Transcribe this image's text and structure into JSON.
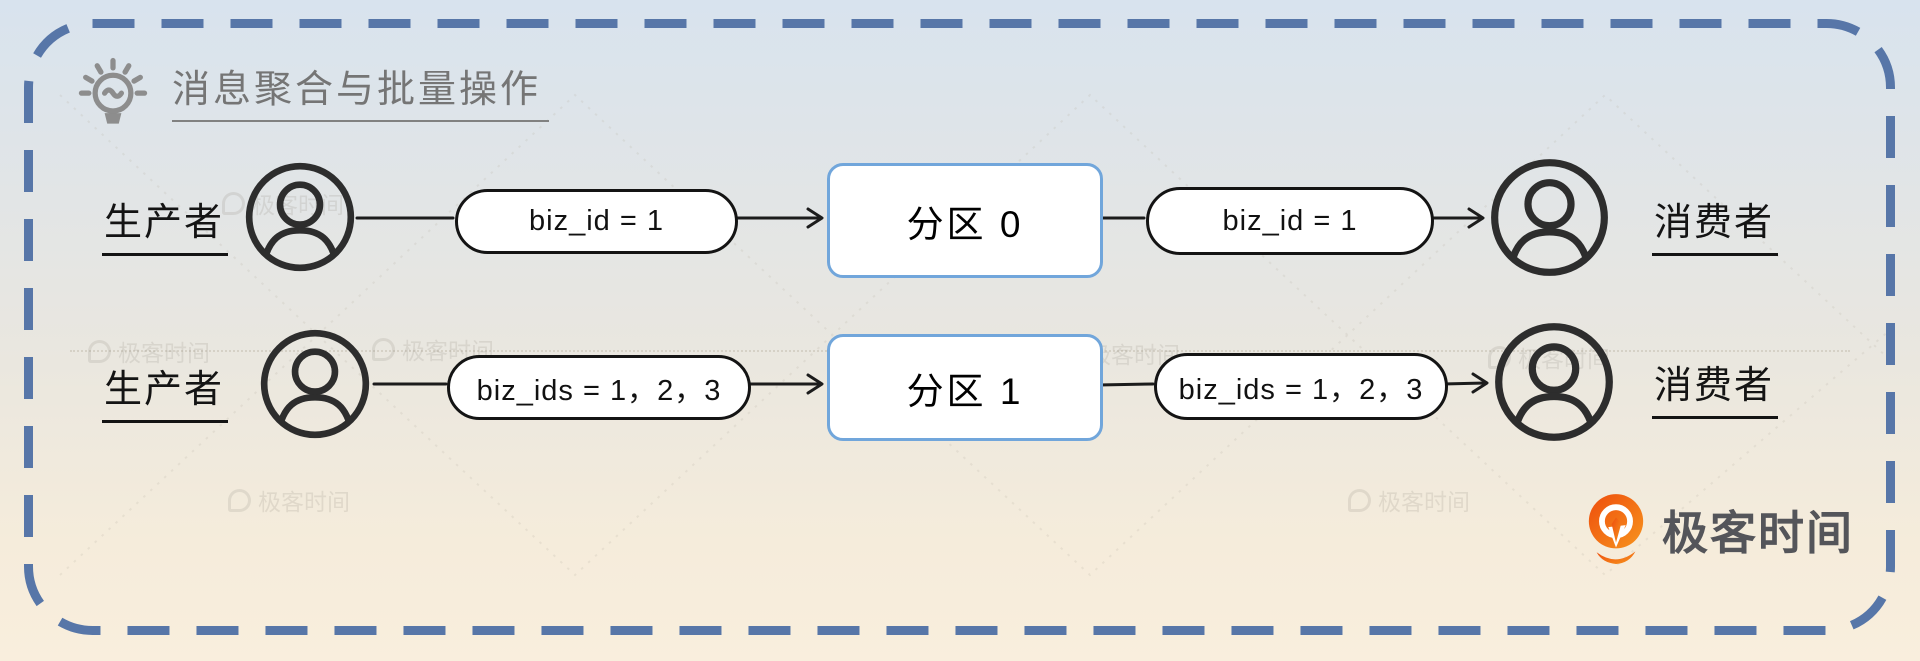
{
  "title": {
    "text": "消息聚合与批量操作"
  },
  "rows": [
    {
      "producer_label": "生产者",
      "message_in": "biz_id = 1",
      "partition": "分区 0",
      "message_out": "biz_id = 1",
      "consumer_label": "消费者"
    },
    {
      "producer_label": "生产者",
      "message_in": "biz_ids = 1，2，3",
      "partition": "分区 1",
      "message_out": "biz_ids = 1，2，3",
      "consumer_label": "消费者"
    }
  ],
  "brand": {
    "name": "极客时间"
  },
  "watermark": {
    "text": "极客时间"
  },
  "icons": {
    "header": "lightbulb-icon",
    "actor": "person-in-circle-icon",
    "brand": "geektime-q-icon"
  },
  "colors": {
    "canvas_top": "#d8e3ee",
    "canvas_bottom": "#f9eedd",
    "dashed_border": "#5776a8",
    "partition_border": "#71a6db",
    "connector": "#1c1c1c",
    "title_gray": "#757575",
    "brand_orange": "#f26f21",
    "brand_text": "#54555a"
  }
}
